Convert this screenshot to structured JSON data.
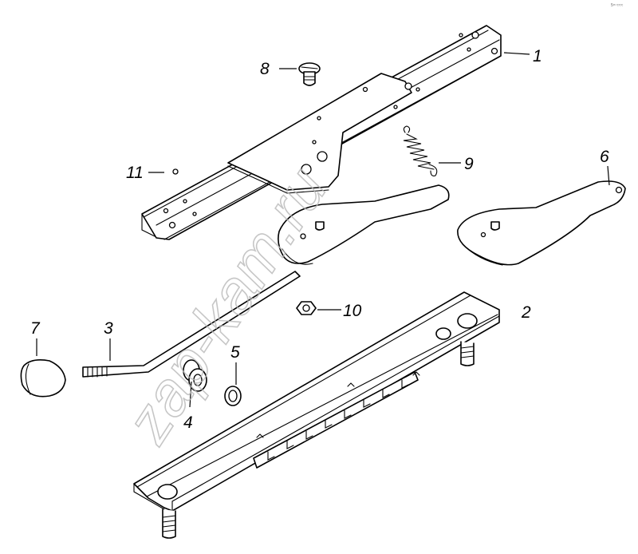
{
  "callouts": {
    "p1": "1",
    "p2": "2",
    "p3": "3",
    "p4": "4",
    "p5": "5",
    "p6": "6",
    "p7": "7",
    "p8": "8",
    "p9": "9",
    "p10": "10",
    "p11": "11"
  },
  "watermark": "zap-kam.ru",
  "corner_mark": "5ᵐ ≈≈≈"
}
